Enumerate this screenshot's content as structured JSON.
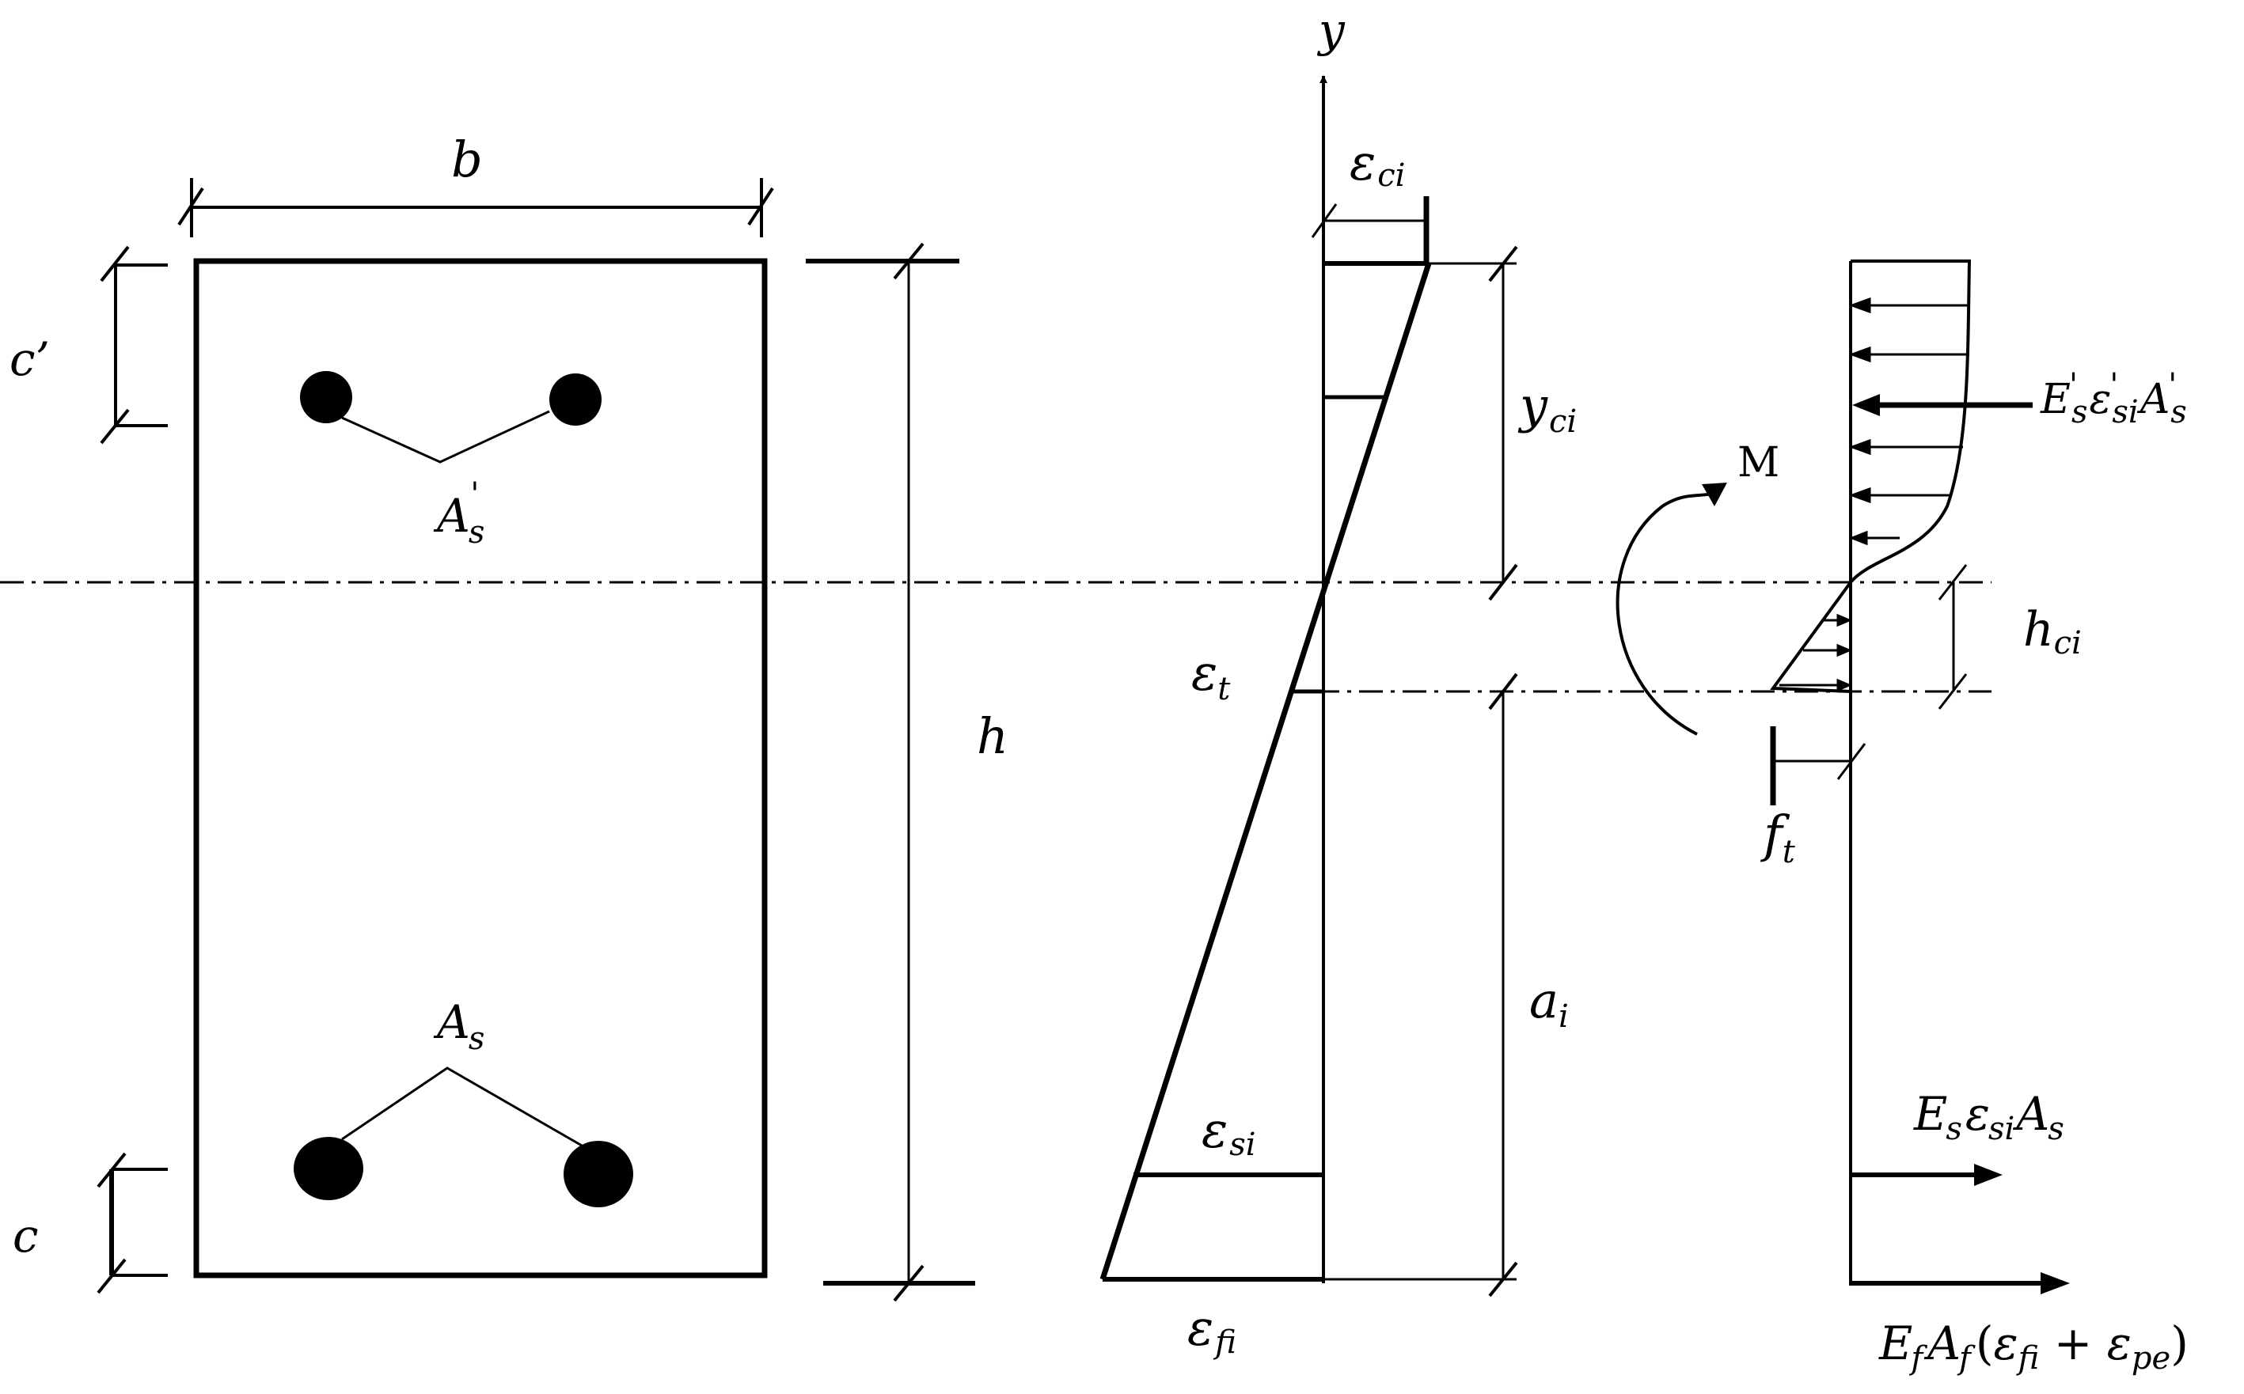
{
  "diagram": {
    "cross_section": {
      "width_label": "b",
      "height_label": "h",
      "top_cover_label": "c’",
      "bottom_cover_label": "c",
      "top_steel": {
        "symbol": "A",
        "subscript": "s",
        "prime": "'"
      },
      "bottom_steel": {
        "symbol": "A",
        "subscript": "s"
      }
    },
    "strain_diagram": {
      "axis_label": "y",
      "top_strain": {
        "symbol": "ε",
        "subscript": "ci"
      },
      "depth_label": {
        "symbol": "y",
        "subscript": "ci"
      },
      "tensile_strain": {
        "symbol": "ε",
        "subscript": "t"
      },
      "steel_strain": {
        "symbol": "ε",
        "subscript": "si"
      },
      "frp_strain": {
        "symbol": "ε",
        "subscript": "fi"
      },
      "lower_depth": {
        "symbol": "a",
        "subscript": "i"
      }
    },
    "stress_diagram": {
      "moment_label": "M",
      "crack_height": {
        "symbol": "h",
        "subscript": "ci"
      },
      "tensile_strength": {
        "symbol": "f",
        "subscript": "t"
      },
      "top_steel_force": {
        "E": "E",
        "E_sup": "'",
        "E_sub": "s",
        "eps": "ε",
        "eps_sup": "'",
        "eps_sub": "si",
        "A": "A",
        "A_sup": "'",
        "A_sub": "s"
      },
      "bottom_steel_force": {
        "E": "E",
        "E_sub": "s",
        "eps": "ε",
        "eps_sub": "si",
        "A": "A",
        "A_sub": "s"
      },
      "frp_force": {
        "E": "E",
        "E_sub": "f",
        "A": "A",
        "A_sub": "f",
        "open": "(",
        "eps1": "ε",
        "eps1_sub": "fi",
        "plus": " + ",
        "eps2": "ε",
        "eps2_sub": "pe",
        "close": ")"
      }
    }
  }
}
